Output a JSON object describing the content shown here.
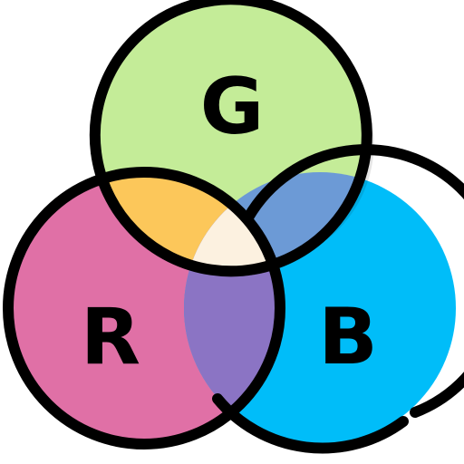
{
  "labels": {
    "green": "G",
    "red": "R",
    "blue": "B"
  },
  "colors": {
    "green": "#c4ec98",
    "red": "#e070a6",
    "blue": "#00bdf9",
    "red_green": "#fcc75a",
    "green_blue": "#6c9ad6",
    "red_blue": "#8b74c4",
    "all": "#fcf1e0",
    "outline": "#000000"
  }
}
